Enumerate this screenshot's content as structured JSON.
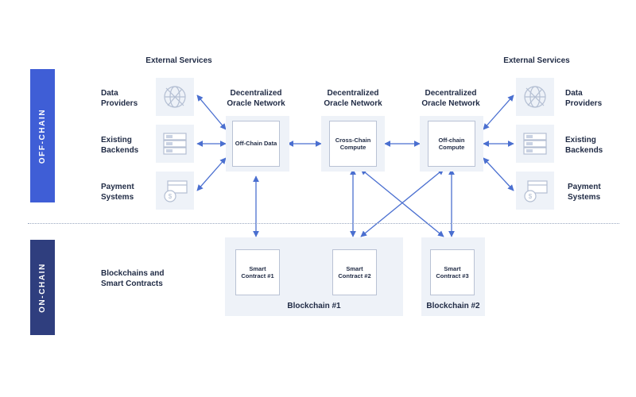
{
  "bands": {
    "off_chain": "OFF-CHAIN",
    "on_chain": "ON-CHAIN"
  },
  "headings": {
    "external_services_left": "External Services",
    "external_services_right": "External Services",
    "don_1": "Decentralized Oracle Network",
    "don_2": "Decentralized Oracle Network",
    "don_3": "Decentralized Oracle Network"
  },
  "services_left": [
    "Data Providers",
    "Existing Backends",
    "Payment Systems"
  ],
  "services_right": [
    "Data Providers",
    "Existing Backends",
    "Payment Systems"
  ],
  "service_icons": [
    "globe-network-icon",
    "server-rack-icon",
    "card-coin-icon"
  ],
  "nodes": {
    "off_chain_data": "Off-Chain Data",
    "cross_chain_compute": "Cross-Chain Compute",
    "off_chain_compute": "Off-chain Compute"
  },
  "on_chain": {
    "label": "Blockchains and Smart Contracts",
    "contracts": [
      "Smart Contract #1",
      "Smart Contract #2",
      "Smart Contract #3"
    ],
    "blockchains": [
      "Blockchain #1",
      "Blockchain #2"
    ]
  },
  "colors": {
    "accent_blue": "#3f5ed6",
    "dark_navy": "#2f3e7e",
    "arrow_blue": "#4a6fd0",
    "panel_gray": "#eef2f8"
  }
}
